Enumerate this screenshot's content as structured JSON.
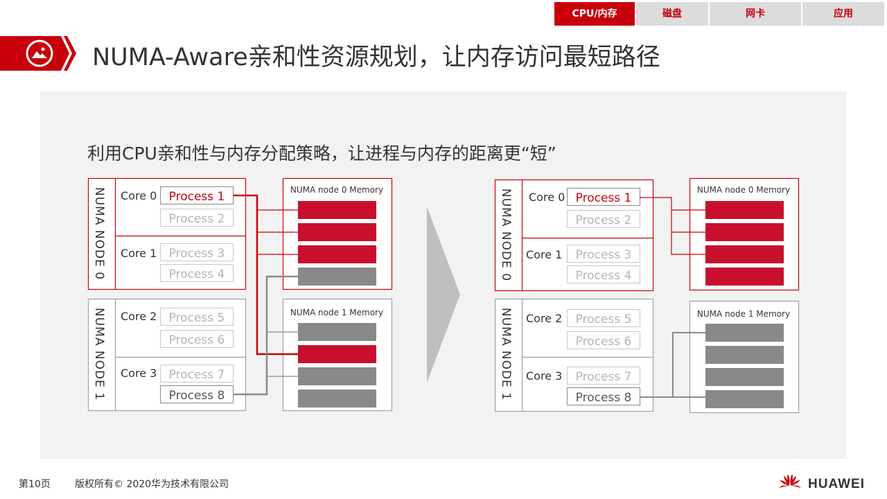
{
  "tabs": [
    {
      "label": "CPU/内存",
      "active": true
    },
    {
      "label": "磁盘",
      "active": false
    },
    {
      "label": "网卡",
      "active": false
    },
    {
      "label": "应用",
      "active": false
    }
  ],
  "title": "NUMA-Aware亲和性资源规划，让内存访问最短路径",
  "subtitle": "利用CPU亲和性与内存分配策略，让进程与内存的距离更“短”",
  "diagram": {
    "node_labels": [
      "NUMA NODE 0",
      "NUMA NODE 1"
    ],
    "cores": [
      "Core 0",
      "Core 1",
      "Core 2",
      "Core 3"
    ],
    "processes": [
      "Process 1",
      "Process 2",
      "Process 3",
      "Process 4",
      "Process 5",
      "Process 6",
      "Process 7",
      "Process 8"
    ],
    "memory_labels": [
      "NUMA node 0 Memory",
      "NUMA node 1 Memory"
    ]
  },
  "footer": {
    "page": "第10页",
    "copyright": "版权所有© 2020华为技术有限公司"
  },
  "brand": {
    "name": "HUAWEI",
    "accent": "#c7000b",
    "gray_block": "#898989"
  }
}
